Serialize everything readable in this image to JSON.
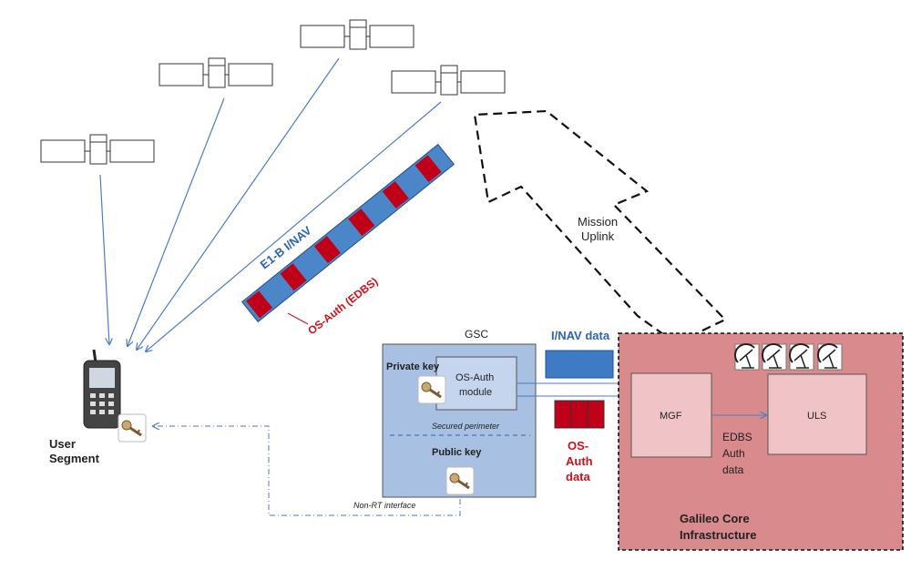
{
  "labels": {
    "user_segment": [
      "User",
      "Segment"
    ],
    "e1b_inav": "E1-B I/NAV",
    "os_auth_edbs": "OS-Auth (EDBS)",
    "mission_uplink": [
      "Mission",
      "Uplink"
    ],
    "gsc": "GSC",
    "inav_data": "I/NAV data",
    "private_key": "Private key",
    "os_auth_module": [
      "OS-Auth",
      "module"
    ],
    "secured_perimeter": "Secured perimeter",
    "public_key": "Public key",
    "non_rt_interface": "Non-RT interface",
    "os_auth_data": [
      "OS-",
      "Auth",
      "data"
    ],
    "mgf": "MGF",
    "uls": "ULS",
    "edbs_auth_data": [
      "EDBS",
      "Auth",
      "data"
    ],
    "galileo_core": [
      "Galileo Core",
      "Infrastructure"
    ]
  },
  "colors": {
    "signal_blue": "#4a7cc7",
    "band_fill": "#4a86c8",
    "band_block": "#c00018",
    "auth_red": "#d0101a",
    "gsc_fill": "#a8c0e2",
    "core_fill": "#d98a8c",
    "inner_pink": "#f0c4c6",
    "text_blue": "#2e63b5"
  },
  "icons": {
    "satellite": "satellite-icon",
    "phone": "mobile-phone-icon",
    "key": "key-icon",
    "antenna": "ground-antenna-icon"
  }
}
